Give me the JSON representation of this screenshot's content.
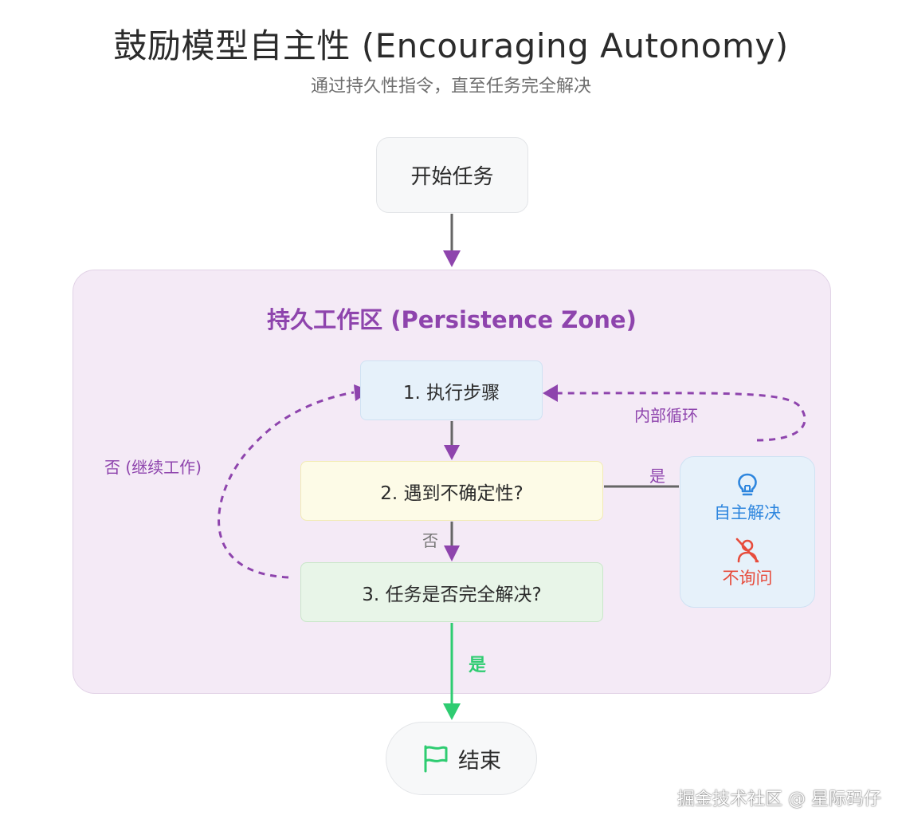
{
  "title": "鼓励模型自主性 (Encouraging Autonomy)",
  "subtitle": "通过持久性指令，直至任务完全解决",
  "nodes": {
    "start": "开始任务",
    "zone_title": "持久工作区 (Persistence Zone)",
    "step1": "1. 执行步骤",
    "step2": "2. 遇到不确定性?",
    "step3": "3. 任务是否完全解决?",
    "autonomy_solve": "自主解决",
    "autonomy_no_ask": "不询问",
    "end": "结束"
  },
  "edge_labels": {
    "internal_loop": "内部循环",
    "uncertain_yes": "是",
    "uncertain_no": "否",
    "not_solved": "否 (继续工作)",
    "solved_yes": "是"
  },
  "icons": {
    "solve": "lightbulb-icon",
    "no_ask": "user-slash-icon",
    "end": "flag-icon"
  },
  "colors": {
    "accent_purple": "#8e44ad",
    "arrow_gray": "#666666",
    "success_green": "#2ecc71",
    "info_blue": "#2e86de",
    "danger_red": "#e74c3c"
  },
  "watermark": "掘金技术社区 @ 星际码仔"
}
